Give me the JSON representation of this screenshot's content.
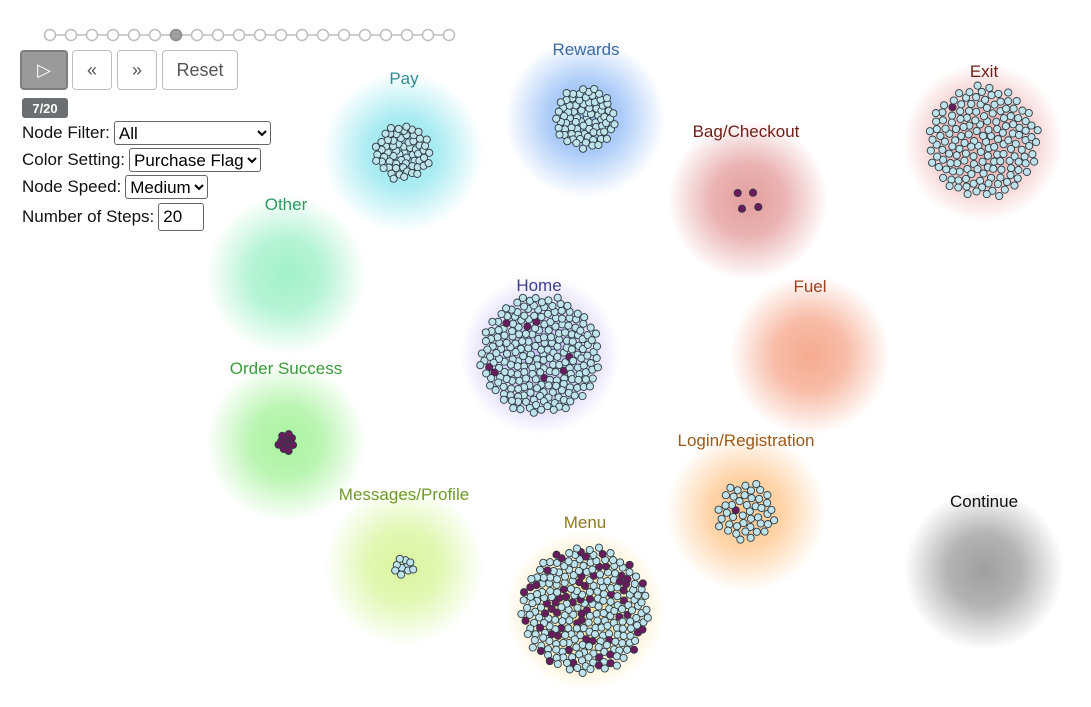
{
  "progress": {
    "total": 20,
    "current": 7,
    "badge": "7/20"
  },
  "controls": {
    "play_glyph": "▷",
    "prev_label": "«",
    "next_label": "»",
    "reset_label": "Reset"
  },
  "settings": {
    "node_filter": {
      "label": "Node Filter:",
      "value": "All"
    },
    "color_setting": {
      "label": "Color Setting:",
      "value": "Purchase Flag"
    },
    "node_speed": {
      "label": "Node Speed:",
      "value": "Medium"
    },
    "number_of_steps": {
      "label": "Number of Steps:",
      "value": "20"
    }
  },
  "colors": {
    "node_default": "#bfe3ec",
    "node_purchase": "#6b1a5e",
    "node_stroke": "#2e3a40"
  },
  "clusters": [
    {
      "name": "Pay",
      "label_color": "#2f8d96",
      "glow": "#8fe6ee",
      "nodes": 65,
      "purple": 0
    },
    {
      "name": "Rewards",
      "label_color": "#3d6aa3",
      "glow": "#8fbaf5",
      "nodes": 80,
      "purple": 0
    },
    {
      "name": "Bag/Checkout",
      "label_color": "#6e1e16",
      "glow": "#e39999",
      "nodes": 4,
      "purple": 4
    },
    {
      "name": "Exit",
      "label_color": "#6e1e16",
      "glow": "#eda8a8",
      "nodes": 160,
      "purple": 1
    },
    {
      "name": "Other",
      "label_color": "#2f9a5f",
      "glow": "#9df0c8",
      "nodes": 0,
      "purple": 0
    },
    {
      "name": "Home",
      "label_color": "#3b3f8f",
      "glow": "#c3b8f5",
      "nodes": 230,
      "purple": 8
    },
    {
      "name": "Fuel",
      "label_color": "#a2401f",
      "glow": "#f5a68a",
      "nodes": 0,
      "purple": 0
    },
    {
      "name": "Order Success",
      "label_color": "#3a9a3a",
      "glow": "#a5f29a",
      "nodes": 12,
      "purple": 12
    },
    {
      "name": "Login/Registration",
      "label_color": "#9a5a1a",
      "glow": "#ffc58a",
      "nodes": 45,
      "purple": 1
    },
    {
      "name": "Messages/Profile",
      "label_color": "#6f9a2a",
      "glow": "#d8f59a",
      "nodes": 10,
      "purple": 0
    },
    {
      "name": "Menu",
      "label_color": "#8d7a1f",
      "glow": "#ffe09a",
      "nodes": 260,
      "purple": 60
    },
    {
      "name": "Continue",
      "label_color": "#111111",
      "glow": "#9a9a9a",
      "nodes": 0,
      "purple": 0
    }
  ]
}
